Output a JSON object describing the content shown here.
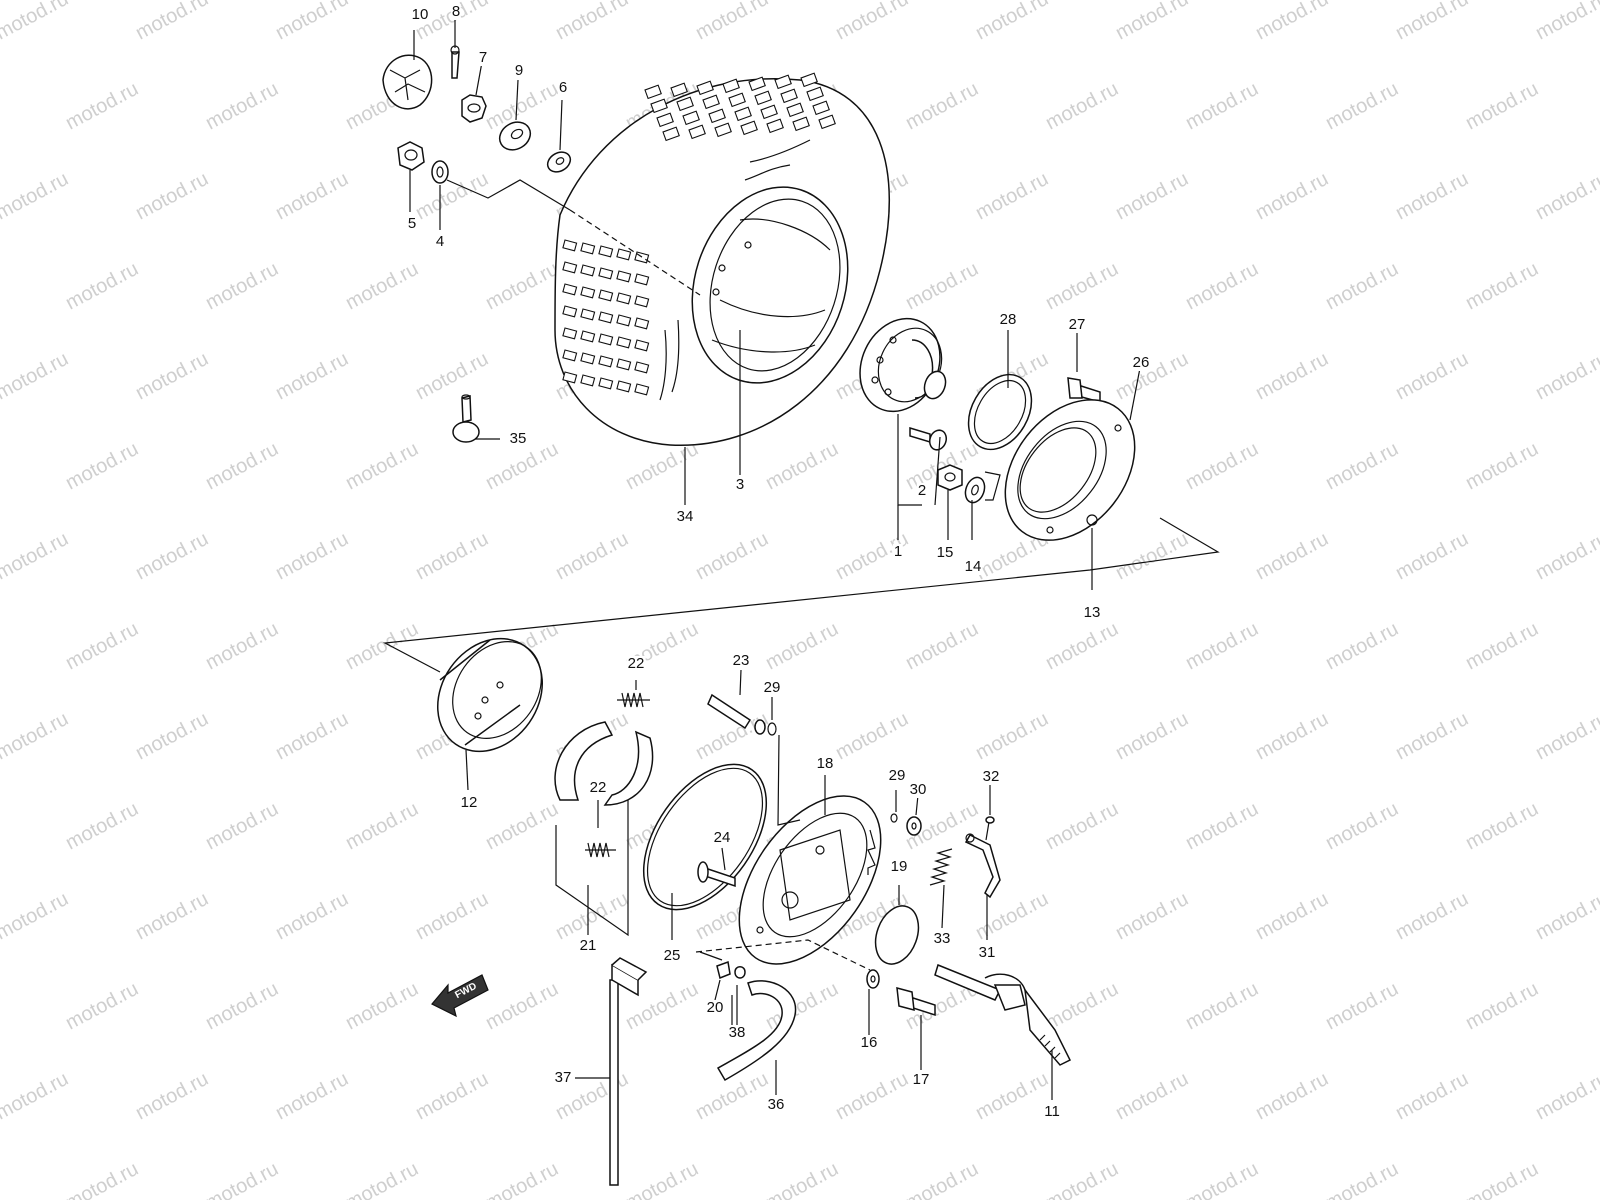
{
  "watermark": "motod.ru",
  "fwd_label": "FWD",
  "parts": {
    "p1": "1",
    "p2": "2",
    "p3": "3",
    "p4": "4",
    "p5": "5",
    "p6": "6",
    "p7": "7",
    "p8": "8",
    "p9": "9",
    "p10": "10",
    "p11": "11",
    "p12": "12",
    "p13": "13",
    "p14": "14",
    "p15": "15",
    "p16": "16",
    "p17": "17",
    "p18": "18",
    "p19": "19",
    "p20": "20",
    "p21": "21",
    "p22a": "22",
    "p22b": "22",
    "p23": "23",
    "p24": "24",
    "p25": "25",
    "p26": "26",
    "p27": "27",
    "p28": "28",
    "p29a": "29",
    "p29b": "29",
    "p30": "30",
    "p31": "31",
    "p32": "32",
    "p33": "33",
    "p34": "34",
    "p35": "35",
    "p36": "36",
    "p37": "37",
    "p38": "38"
  }
}
